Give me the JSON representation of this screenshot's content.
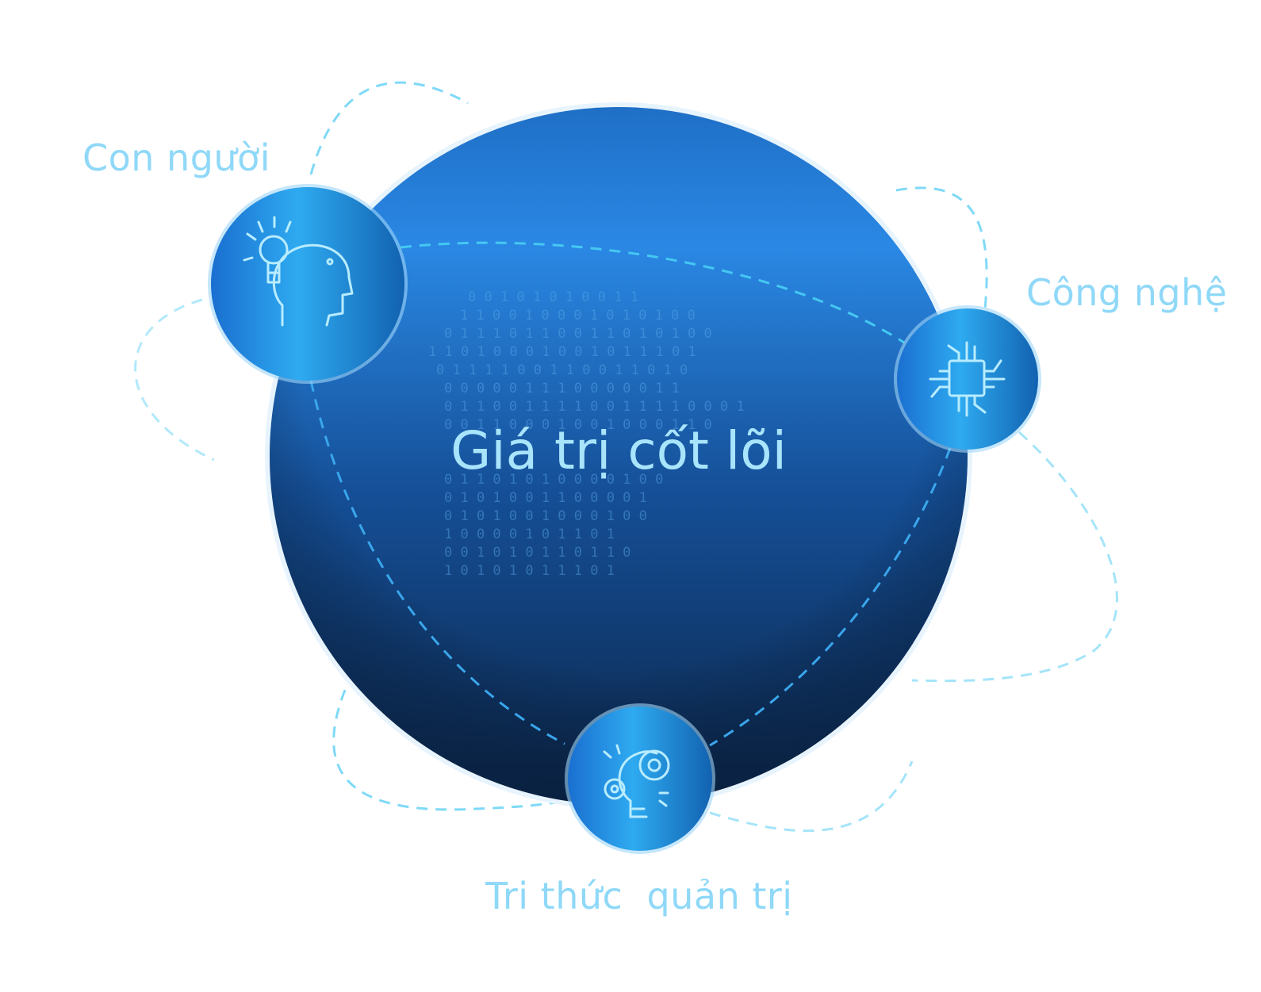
{
  "center": {
    "title": "Giá trị cốt lõi"
  },
  "nodes": [
    {
      "label": "Con người",
      "icon": "head-lightbulb-icon"
    },
    {
      "label": "Công nghệ",
      "icon": "microchip-icon"
    },
    {
      "label": "Tri thức  quản trị",
      "icon": "lightbulb-gears-icon"
    }
  ],
  "colors": {
    "label": "#8fd8f8",
    "sphere_top": "#2a8ae6",
    "sphere_bottom": "#0d2a55",
    "dash": "#35c4f0"
  }
}
